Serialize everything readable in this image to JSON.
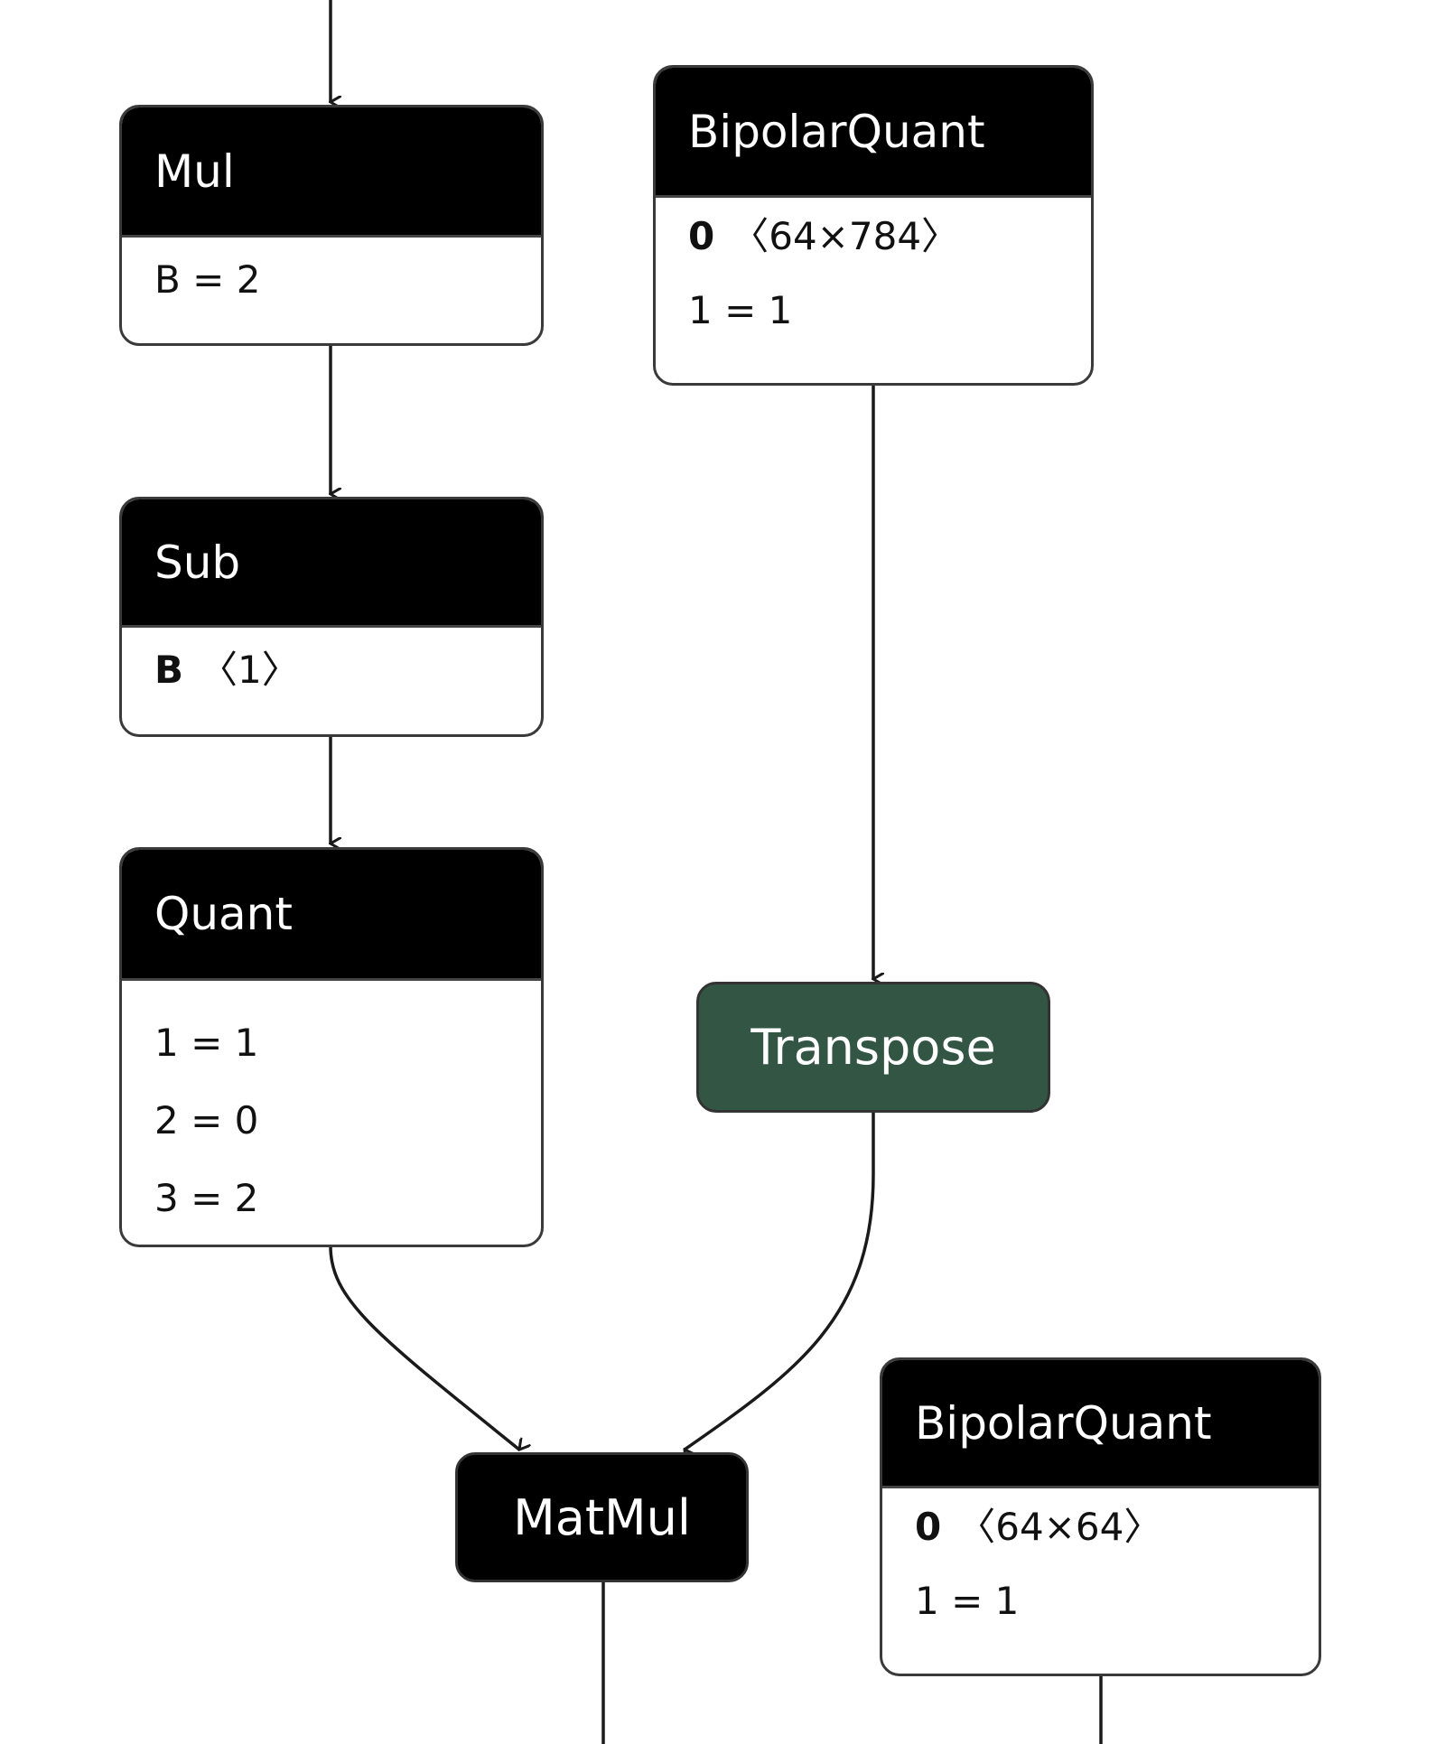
{
  "graph": {
    "nodes": {
      "mul": {
        "title": "Mul",
        "attrs": [
          {
            "name": "B",
            "sep": " = ",
            "value": "2"
          }
        ]
      },
      "bipolar_quant_1": {
        "title": "BipolarQuant",
        "attrs": [
          {
            "name": "0",
            "shape": "〈64×784〉"
          },
          {
            "name": "1",
            "sep": " = ",
            "value": "1"
          }
        ]
      },
      "sub": {
        "title": "Sub",
        "attrs": [
          {
            "name": "B",
            "shape": "〈1〉"
          }
        ]
      },
      "quant": {
        "title": "Quant",
        "attrs": [
          {
            "name": "1",
            "sep": " = ",
            "value": "1"
          },
          {
            "name": "2",
            "sep": " = ",
            "value": "0"
          },
          {
            "name": "3",
            "sep": " = ",
            "value": "2"
          }
        ]
      },
      "transpose": {
        "title": "Transpose"
      },
      "matmul": {
        "title": "MatMul"
      },
      "bipolar_quant_2": {
        "title": "BipolarQuant",
        "attrs": [
          {
            "name": "0",
            "shape": "〈64×64〉"
          },
          {
            "name": "1",
            "sep": " = ",
            "value": "1"
          }
        ]
      }
    },
    "edges": [
      {
        "from": "input",
        "to": "mul"
      },
      {
        "from": "mul",
        "to": "sub"
      },
      {
        "from": "sub",
        "to": "quant"
      },
      {
        "from": "bipolar_quant_1",
        "to": "transpose"
      },
      {
        "from": "quant",
        "to": "matmul"
      },
      {
        "from": "transpose",
        "to": "matmul"
      },
      {
        "from": "matmul",
        "to": "output"
      },
      {
        "from": "bipolar_quant_2",
        "to": "output"
      }
    ],
    "colors": {
      "node_header": "#000000",
      "transpose_fill": "#335544",
      "edge": "#1a1a1a"
    }
  }
}
